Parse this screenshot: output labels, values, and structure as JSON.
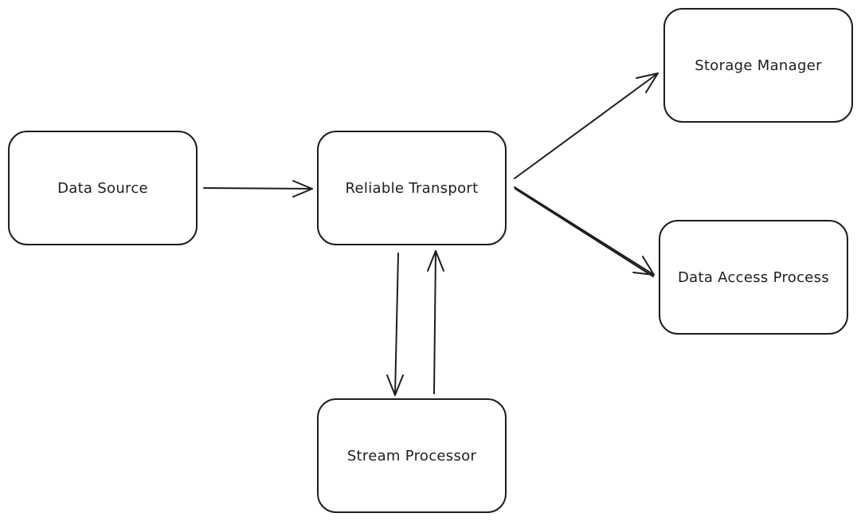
{
  "diagram": {
    "nodes": [
      {
        "id": "data-source",
        "label": "Data Source"
      },
      {
        "id": "reliable-transport",
        "label": "Reliable Transport"
      },
      {
        "id": "storage-manager",
        "label": "Storage Manager"
      },
      {
        "id": "data-access-process",
        "label": "Data Access Process"
      },
      {
        "id": "stream-processor",
        "label": "Stream Processor"
      }
    ],
    "edges": [
      {
        "from": "data-source",
        "to": "reliable-transport"
      },
      {
        "from": "reliable-transport",
        "to": "storage-manager"
      },
      {
        "from": "reliable-transport",
        "to": "data-access-process"
      },
      {
        "from": "reliable-transport",
        "to": "stream-processor"
      },
      {
        "from": "stream-processor",
        "to": "reliable-transport"
      }
    ],
    "colors": {
      "stroke": "#1e1e1e",
      "background": "#ffffff"
    }
  }
}
